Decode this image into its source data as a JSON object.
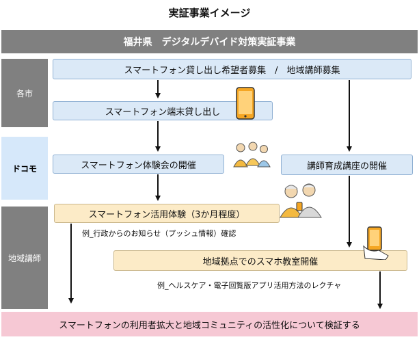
{
  "title": "実証事業イメージ",
  "banner": "福井県　デジタルデバイド対策実証事業",
  "side_labels": {
    "city": "各市",
    "docomo": "ドコモ",
    "instructor": "地域講師"
  },
  "steps": {
    "recruit": "スマートフォン貸し出し希望者募集　/　地域講師募集",
    "lend": "スマートフォン端末貸し出し",
    "experience_event": "スマートフォン体験会の開催",
    "instructor_training": "講師育成講座の開催",
    "usage_trial": "スマートフォン活用体験（3か月程度）",
    "local_class": "地域拠点でのスマホ教室開催",
    "result": "スマートフォンの利用者拡大と地域コミュニティの活性化について検証する"
  },
  "notes": {
    "usage_example": "例_行政からのお知らせ（プッシュ情報）確認",
    "class_example": "例_ヘルスケア・電子回覧版アプリ活用方法のレクチャ"
  },
  "colors": {
    "banner_bg": "#808080",
    "step_blue": "#dbe9f7",
    "step_cream": "#fcebc7",
    "result_pink": "#f6c8d4",
    "phone_orange": "#f5a623"
  }
}
